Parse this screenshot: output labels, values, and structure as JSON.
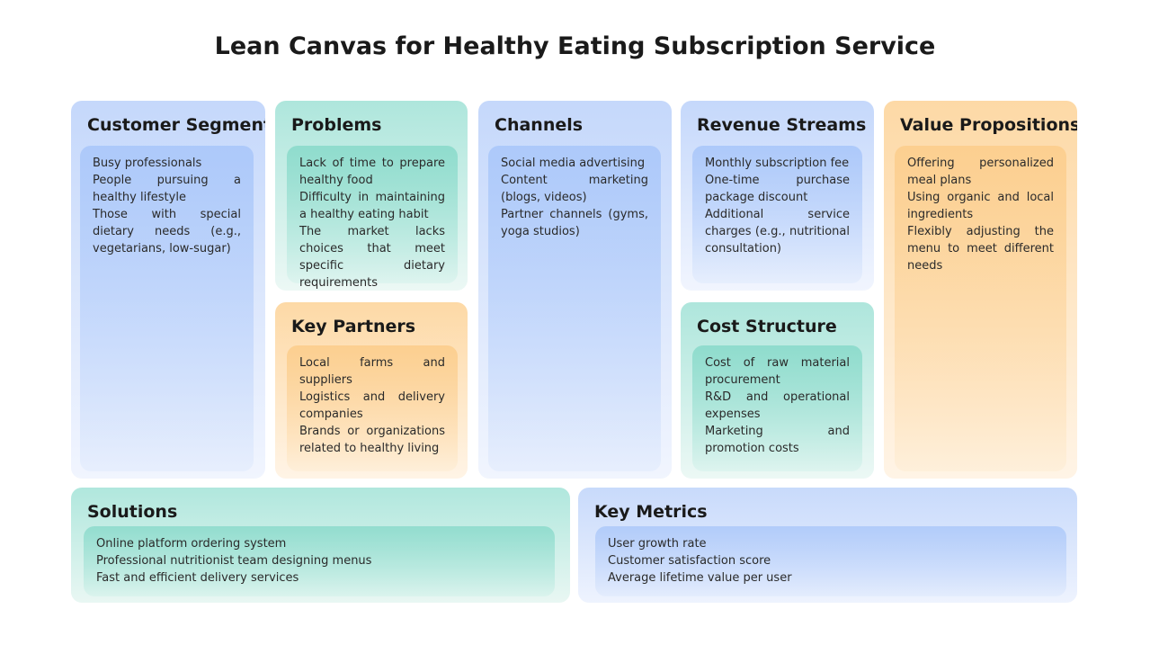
{
  "title": "Lean Canvas for Healthy Eating Subscription Service",
  "colors": {
    "blue": "#c5d8fb",
    "green": "#aee6dc",
    "orange": "#fdd9a6"
  },
  "blocks": {
    "customer_segments": {
      "heading": "Customer Segments",
      "items": [
        "Busy professionals",
        "People pursuing a healthy lifestyle",
        "Those with special dietary needs (e.g., vegetarians, low-sugar)"
      ]
    },
    "problems": {
      "heading": "Problems",
      "items": [
        "Lack of time to prepare healthy food",
        "Difficulty in maintaining a healthy eating habit",
        "The market lacks choices that meet specific dietary requirements"
      ]
    },
    "key_partners": {
      "heading": "Key Partners",
      "items": [
        "Local farms and suppliers",
        "Logistics and delivery companies",
        "Brands or organizations related to healthy living"
      ]
    },
    "channels": {
      "heading": "Channels",
      "items": [
        "Social media advertising",
        "Content marketing (blogs, videos)",
        "Partner channels (gyms, yoga studios)"
      ]
    },
    "revenue_streams": {
      "heading": "Revenue Streams",
      "items": [
        "Monthly subscription fee",
        "One-time purchase package discount",
        "Additional service charges (e.g., nutritional consultation)"
      ]
    },
    "cost_structure": {
      "heading": "Cost Structure",
      "items": [
        "Cost of raw material procurement",
        "R&D and operational expenses",
        "Marketing and promotion costs"
      ]
    },
    "value_propositions": {
      "heading": "Value Propositions",
      "items": [
        "Offering personalized meal plans",
        "Using organic and local ingredients",
        "Flexibly adjusting the menu to meet different needs"
      ]
    },
    "solutions": {
      "heading": "Solutions",
      "items": [
        "Online platform ordering system",
        "Professional nutritionist team designing menus",
        "Fast and efficient delivery services"
      ]
    },
    "key_metrics": {
      "heading": "Key Metrics",
      "items": [
        "User growth rate",
        "Customer satisfaction score",
        "Average lifetime value per user"
      ]
    }
  }
}
